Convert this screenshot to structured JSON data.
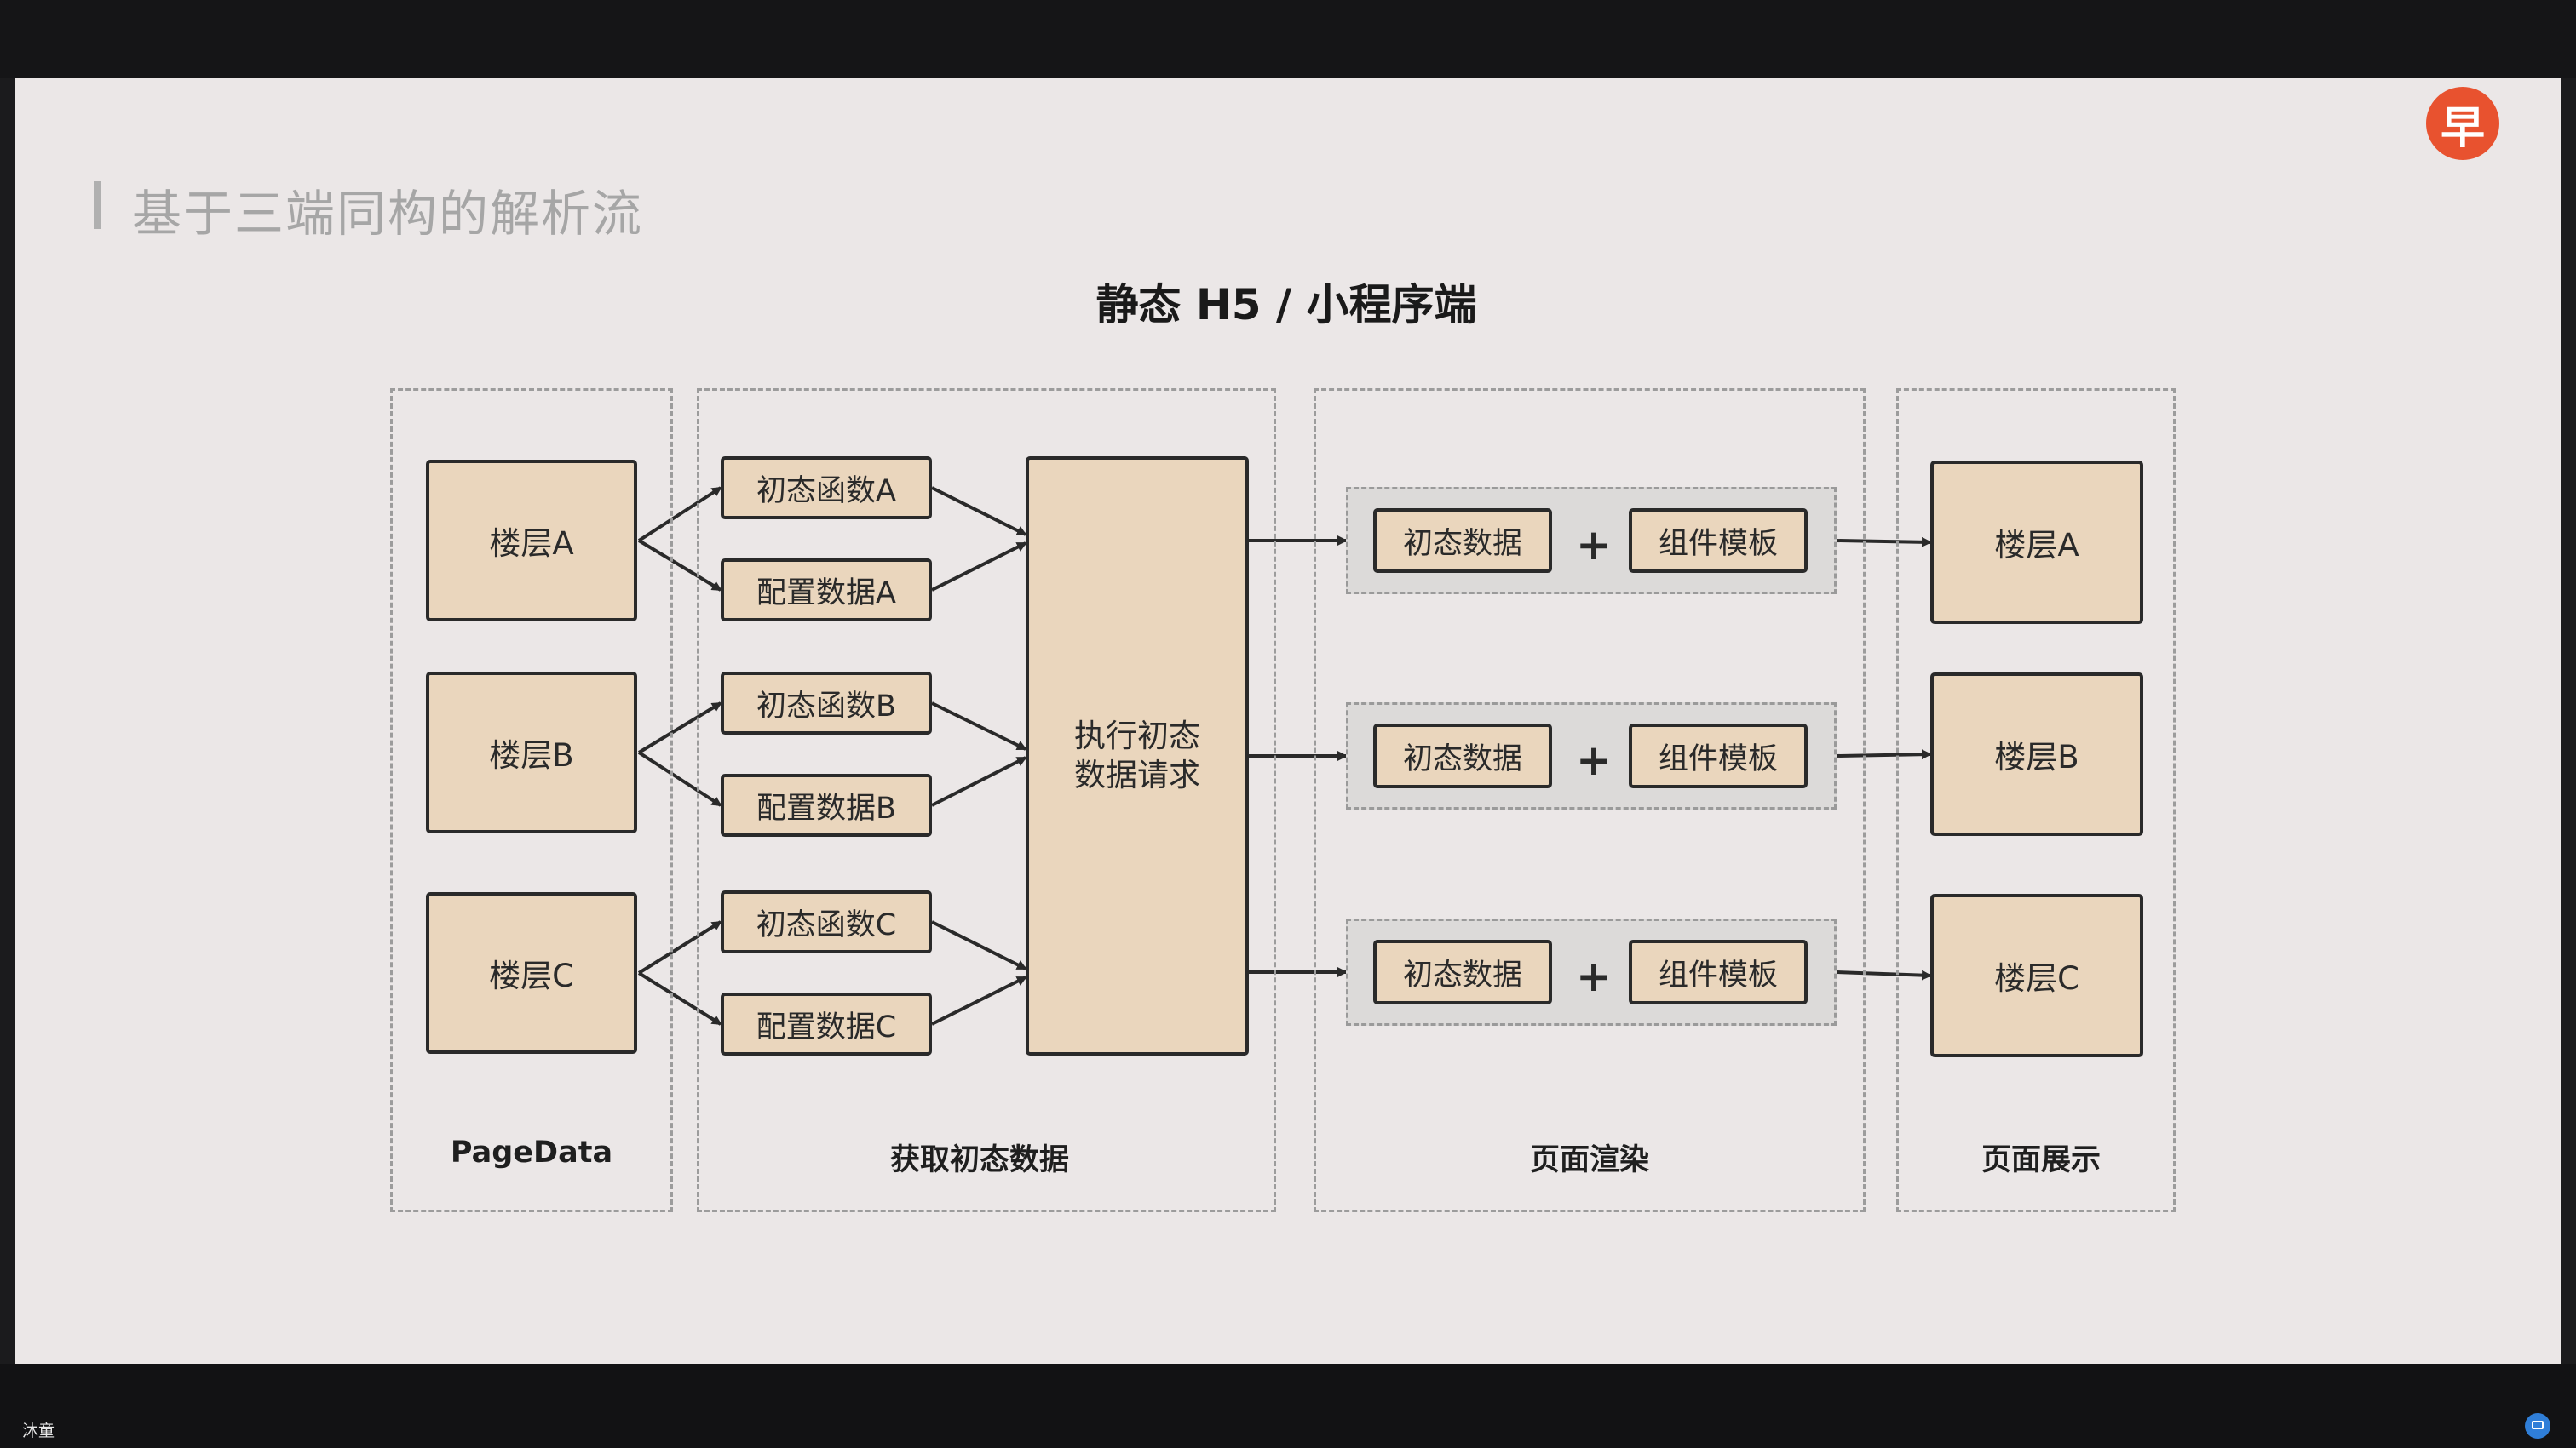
{
  "app": {
    "participant_name": "沐童",
    "logo_char": "早"
  },
  "slide": {
    "title": "基于三端同构的解析流",
    "diagram_title": "静态 H5 / 小程序端"
  },
  "panels": {
    "pagedata": "PageData",
    "fetch": "获取初态数据",
    "render": "页面渲染",
    "display": "页面展示"
  },
  "floors": [
    "楼层A",
    "楼层B",
    "楼层C"
  ],
  "fetch_items": [
    {
      "init_fn": "初态函数A",
      "config": "配置数据A"
    },
    {
      "init_fn": "初态函数B",
      "config": "配置数据B"
    },
    {
      "init_fn": "初态函数C",
      "config": "配置数据C"
    }
  ],
  "exec_box": "执行初态数据请求",
  "render_items": [
    {
      "data": "初态数据",
      "plus": "+",
      "template": "组件模板"
    },
    {
      "data": "初态数据",
      "plus": "+",
      "template": "组件模板"
    },
    {
      "data": "初态数据",
      "plus": "+",
      "template": "组件模板"
    }
  ],
  "display_floors": [
    "楼层A",
    "楼层B",
    "楼层C"
  ],
  "colors": {
    "box_fill": "#ead6bd",
    "box_border": "#2a2a2a",
    "logo": "#e8522f",
    "slide_bg": "#ebe7e7"
  }
}
